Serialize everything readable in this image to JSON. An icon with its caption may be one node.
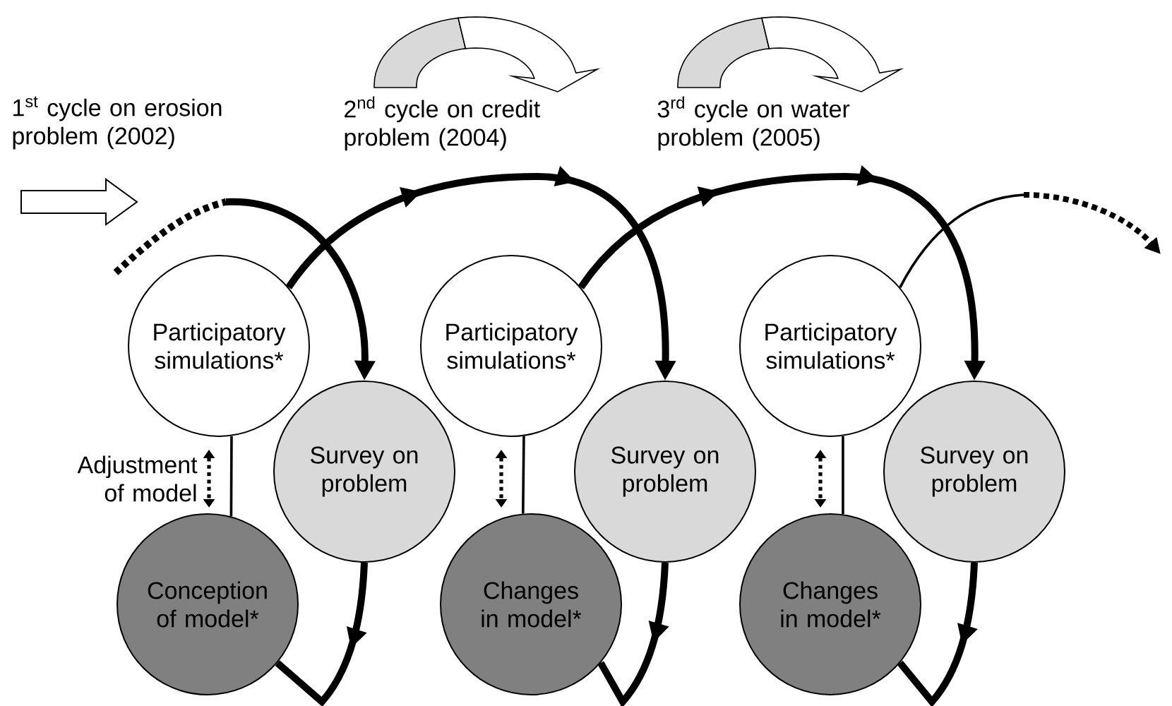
{
  "diagram": {
    "nodes": [
      {
        "text": [
          "Participatory simulations*"
        ]
      },
      {
        "text": [
          "Survey on problem"
        ]
      },
      {
        "text": [
          "Conception of model*"
        ]
      },
      {
        "text": [
          "Participatory simulations*"
        ]
      },
      {
        "text": [
          "Survey on problem"
        ]
      },
      {
        "text": [
          "Changes in model*"
        ]
      },
      {
        "text": [
          "Participatory simulations*"
        ]
      },
      {
        "text": [
          "Survey on problem"
        ]
      },
      {
        "text": [
          "Changes in model*"
        ]
      }
    ],
    "edges": [
      {
        "from": null,
        "to": 1,
        "arrow": "to",
        "style": "thick"
      },
      {
        "from": 1,
        "to": 2,
        "arrow": "to",
        "style": "thick"
      },
      {
        "from": 2,
        "to": 0,
        "arrow": "none"
      },
      {
        "from": 0,
        "to": 2,
        "arrow": "both",
        "style": "dashed",
        "label": "Adjustment of model"
      },
      {
        "from": 0,
        "to": 4,
        "arrow": "to",
        "style": "thick"
      },
      {
        "from": 4,
        "to": 5,
        "arrow": "to",
        "style": "thick"
      },
      {
        "from": 5,
        "to": 3,
        "arrow": "none"
      },
      {
        "from": 3,
        "to": 5,
        "arrow": "both",
        "style": "dashed"
      },
      {
        "from": 3,
        "to": 7,
        "arrow": "to",
        "style": "thick"
      },
      {
        "from": 7,
        "to": 8,
        "arrow": "to",
        "style": "thick"
      },
      {
        "from": 8,
        "to": 6,
        "arrow": "none"
      },
      {
        "from": 6,
        "to": 8,
        "arrow": "both",
        "style": "dashed"
      },
      {
        "from": 6,
        "to": null,
        "arrow": "to"
      }
    ],
    "labels": [
      "1$^{st}$ cycle on erosion problem (2002)",
      "2$^{nd}$ cycle on credit problem (2004)",
      "3$^{rd}$ cycle on water problem (2005)"
    ]
  }
}
